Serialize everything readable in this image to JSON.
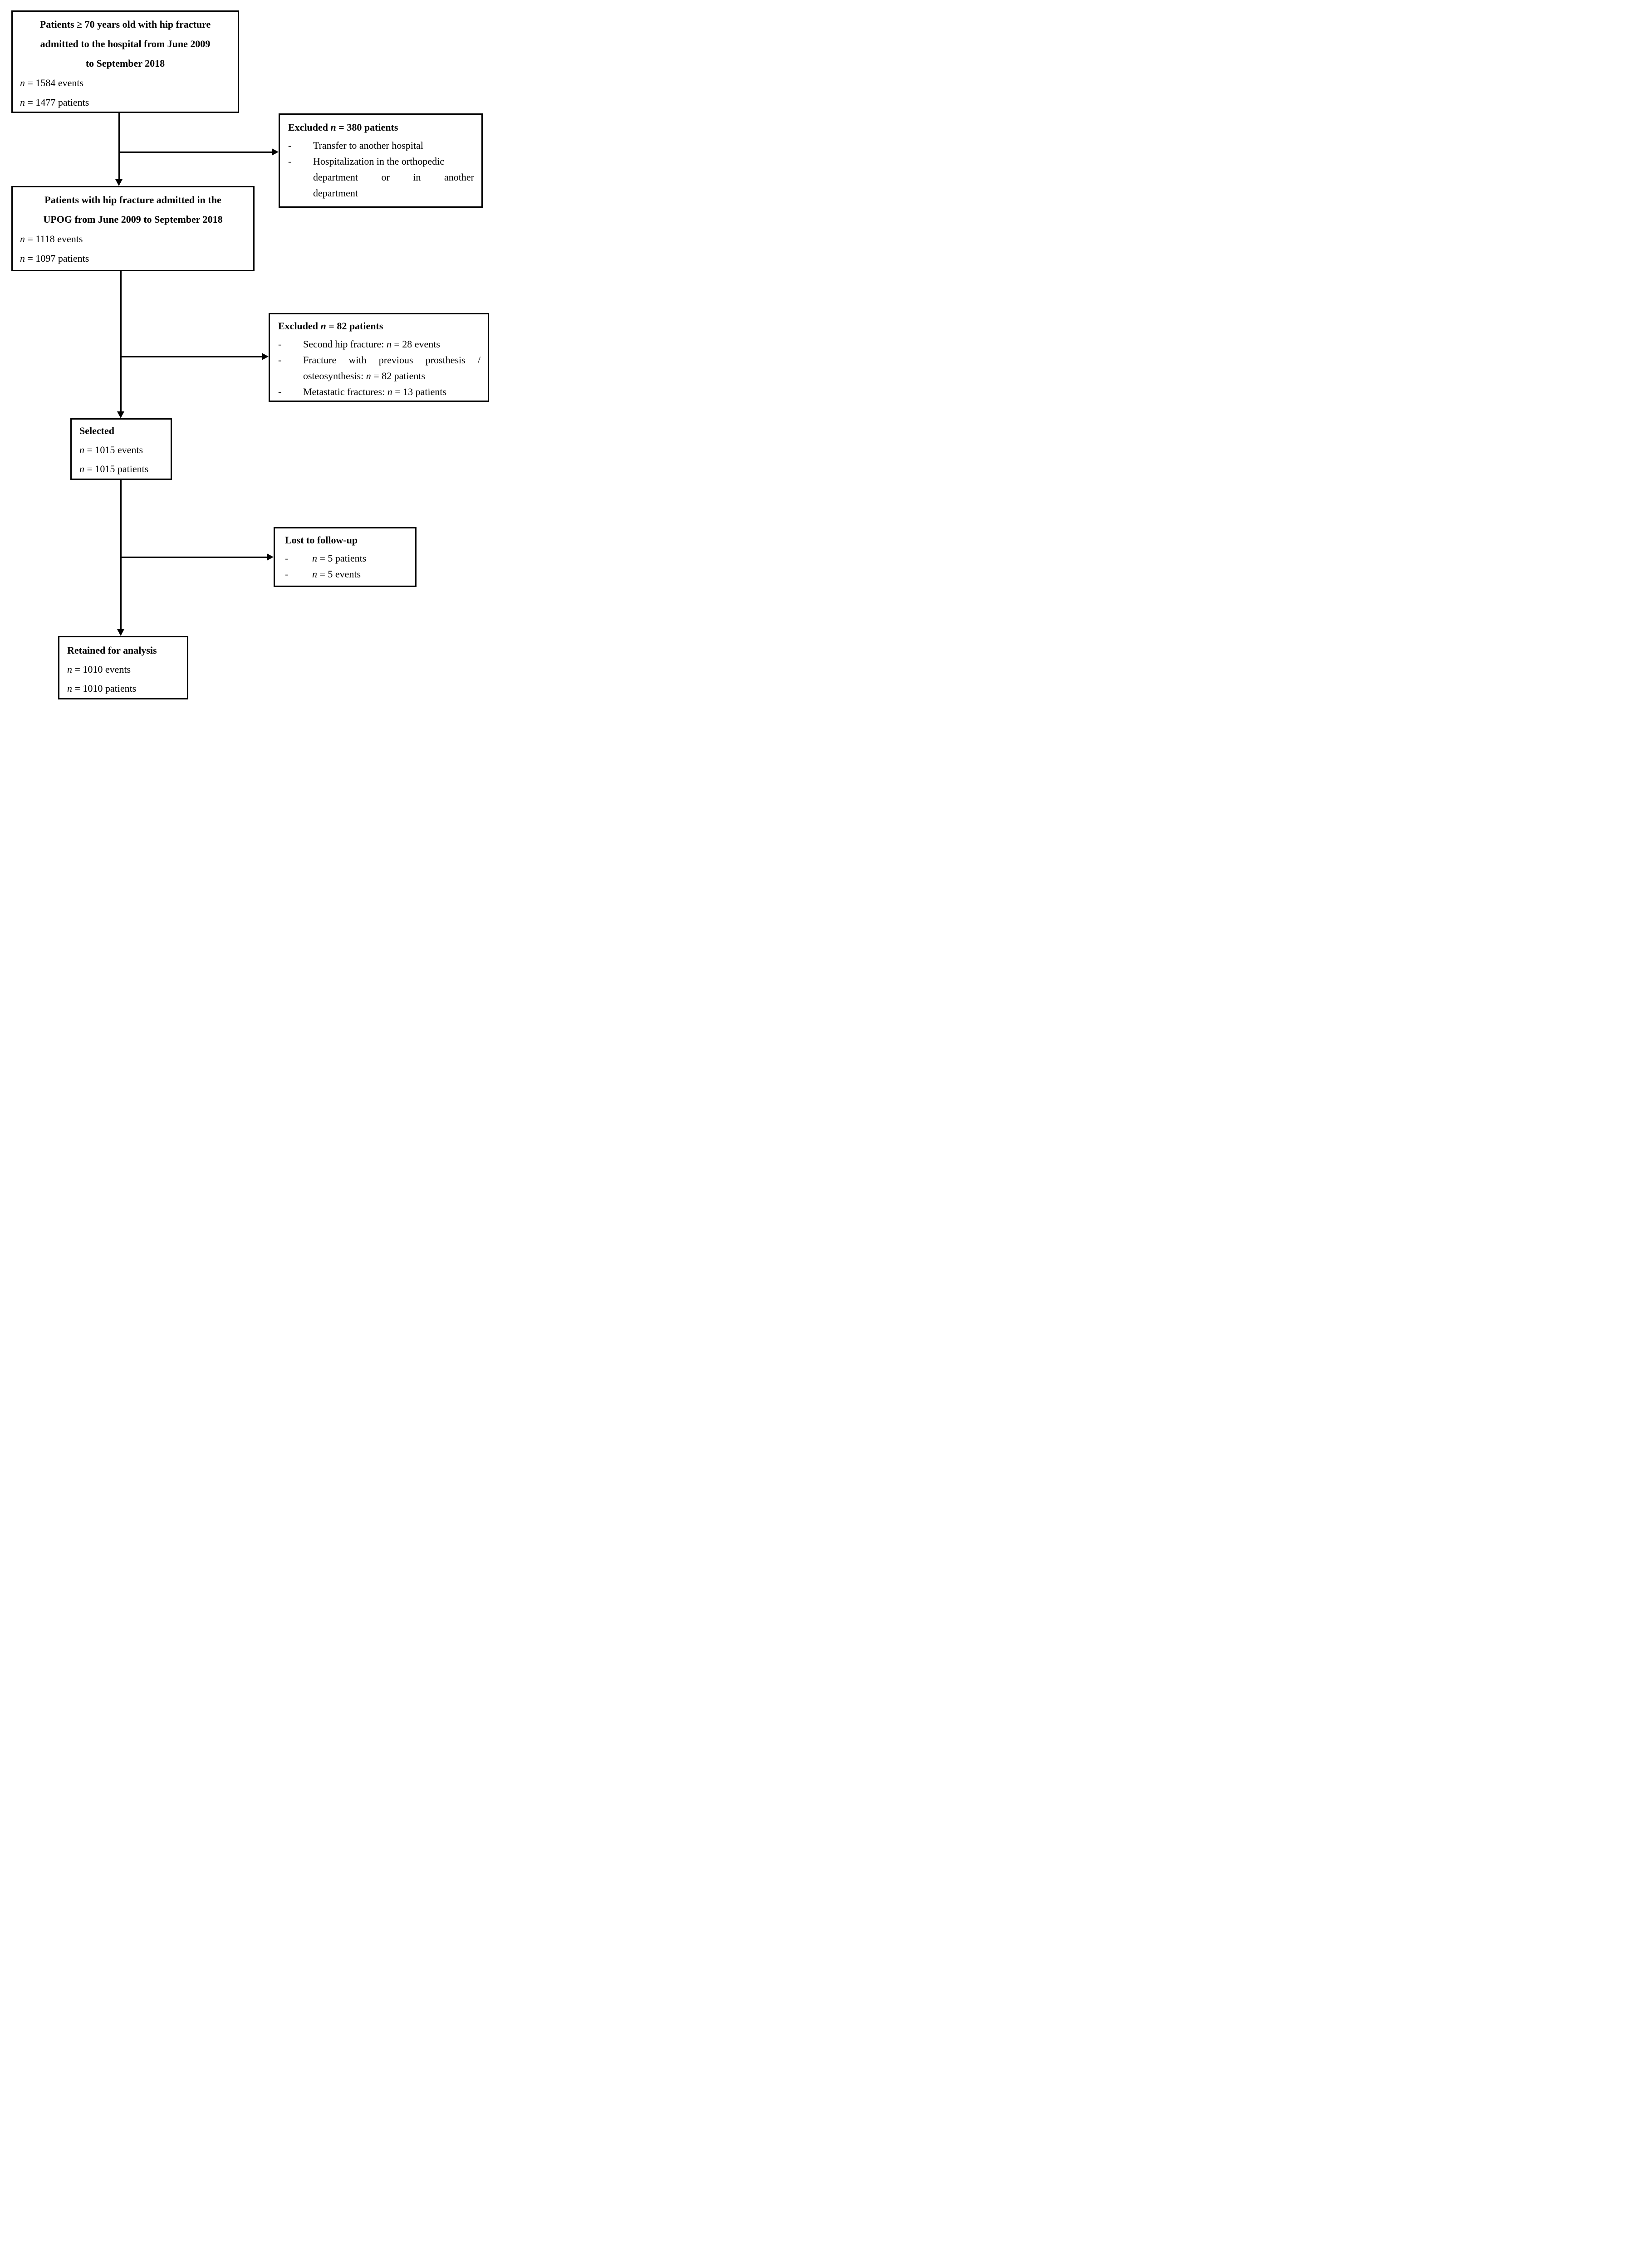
{
  "flowchart": {
    "colors": {
      "ink": "#000000",
      "background": "#ffffff"
    },
    "boxes": {
      "eligible": {
        "title_lines": [
          "Patients ≥ 70 years old with hip fracture",
          "admitted to the hospital from June 2009",
          "to September 2018"
        ],
        "stats": [
          {
            "var": "n",
            "rest": " = 1584 events"
          },
          {
            "var": "n",
            "rest": " = 1477 patients"
          }
        ]
      },
      "excluded_hospital": {
        "title": {
          "pre": "Excluded ",
          "var": "n",
          "rest": " = 380 patients"
        },
        "bullets": [
          {
            "dash": "-",
            "lines": [
              {
                "text": "Transfer to another hospital"
              }
            ]
          },
          {
            "dash": "-",
            "lines": [
              {
                "text": "Hospitalization in the orthopedic"
              },
              {
                "text": "department or in another"
              },
              {
                "text": "department"
              }
            ]
          }
        ]
      },
      "upog": {
        "title_lines": [
          "Patients with hip fracture admitted in the",
          "UPOG from June 2009 to September 2018"
        ],
        "stats": [
          {
            "var": "n",
            "rest": " = 1118 events"
          },
          {
            "var": "n",
            "rest": " = 1097 patients"
          }
        ]
      },
      "excluded_prior": {
        "title": {
          "pre": "Excluded ",
          "var": "n",
          "rest": " = 82 patients"
        },
        "bullets": [
          {
            "dash": "-",
            "lines": [
              {
                "pre": "Second hip fracture: ",
                "var": "n",
                "rest": " = 28 events"
              }
            ]
          },
          {
            "dash": "-",
            "lines": [
              {
                "text": "Fracture with previous prosthesis /"
              },
              {
                "pre": "osteosynthesis: ",
                "var": "n",
                "rest": " = 82 patients"
              }
            ]
          },
          {
            "dash": "-",
            "lines": [
              {
                "pre": "Metastatic fractures: ",
                "var": "n",
                "rest": " = 13 patients"
              }
            ]
          }
        ]
      },
      "selected": {
        "title": "Selected",
        "stats": [
          {
            "var": "n",
            "rest": " = 1015 events"
          },
          {
            "var": "n",
            "rest": " = 1015 patients"
          }
        ]
      },
      "lost": {
        "title": "Lost to follow-up",
        "bullets": [
          {
            "dash": "-",
            "lines": [
              {
                "var": "n",
                "rest": " = 5 patients"
              }
            ]
          },
          {
            "dash": "-",
            "lines": [
              {
                "var": "n",
                "rest": " = 5 events"
              }
            ]
          }
        ]
      },
      "retained": {
        "title": "Retained for analysis",
        "stats": [
          {
            "var": "n",
            "rest": " = 1010 events"
          },
          {
            "var": "n",
            "rest": " = 1010 patients"
          }
        ]
      }
    }
  }
}
